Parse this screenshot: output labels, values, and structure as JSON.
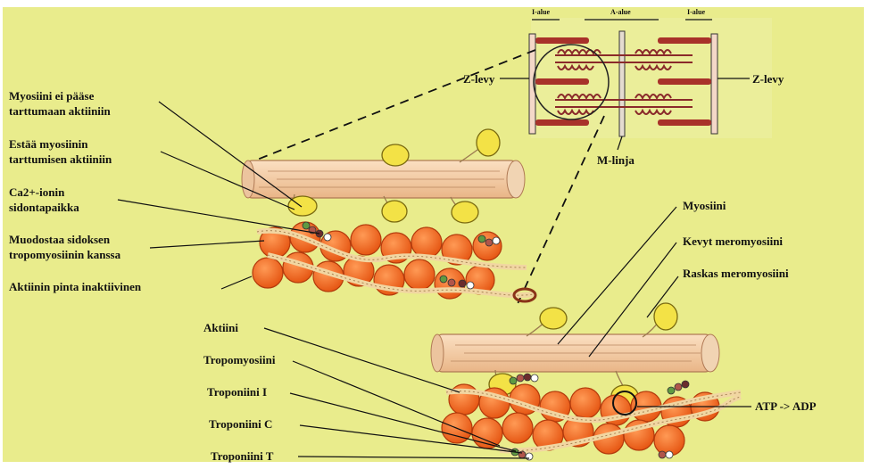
{
  "diagram": {
    "colors": {
      "background": "#e9ec8c",
      "actin": "#f26b1f",
      "actin_outline": "#b33a0c",
      "myosin": "#f2c79e",
      "myosin_head": "#f3e246",
      "tropomyosin": "#f1d6a2"
    },
    "left_labels": {
      "l1a": "Myosiini ei pääse",
      "l1b": "tarttumaan aktiiniin",
      "l2a": "Estää myosiinin",
      "l2b": "tarttumisen aktiiniin",
      "l3a": "Ca2+-ionin",
      "l3b": "sidontapaikka",
      "l4a": "Muodostaa sidoksen",
      "l4b": "tropomyosiinin kanssa",
      "l5": "Aktiinin pinta inaktiivinen"
    },
    "sarcomere": {
      "z_left": "Z-levy",
      "z_right": "Z-levy",
      "m_line": "M-linja",
      "i_left": "I-alue",
      "a_band": "A-alue",
      "i_right": "I-alue"
    },
    "right_labels": {
      "myosin": "Myosiini",
      "light_meromyosin": "Kevyt meromyosiini",
      "heavy_meromyosin": "Raskas meromyosiini"
    },
    "bottom_labels": {
      "actin": "Aktiini",
      "tropomyosin": "Tropomyosiini",
      "troponin_i": "Troponiini I",
      "troponin_c": "Troponiini C",
      "troponin_t": "Troponiini T",
      "atp": "ATP -> ADP"
    }
  }
}
